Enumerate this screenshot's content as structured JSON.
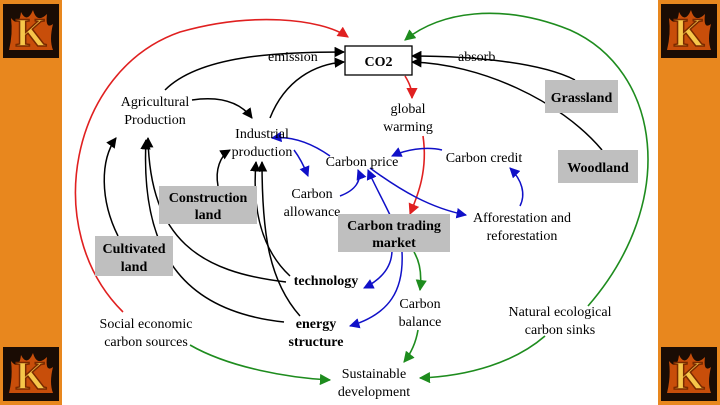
{
  "logo_letter": "K",
  "colors": {
    "frame": "#E8871E",
    "box_fill": "#BFBFBF",
    "black_link": "#000000",
    "red_link": "#E02020",
    "green_link": "#1E8C1E",
    "blue_link": "#1010C8"
  },
  "nodes": {
    "co2": "CO2",
    "emission": "emission",
    "absorb": "absorb",
    "agri": [
      "Agricultural",
      "Production"
    ],
    "global_warming": [
      "global",
      "warming"
    ],
    "grassland": "Grassland",
    "industrial": [
      "Industrial",
      "production"
    ],
    "carbon_price": "Carbon price",
    "carbon_credit": "Carbon credit",
    "woodland": "Woodland",
    "construction": [
      "Construction",
      "land"
    ],
    "carbon_allowance": [
      "Carbon",
      "allowance"
    ],
    "afforestation": [
      "Afforestation and",
      "reforestation"
    ],
    "trading_market": [
      "Carbon trading",
      "market"
    ],
    "cultivated": [
      "Cultivated",
      "land"
    ],
    "technology": "technology",
    "carbon_balance": [
      "Carbon",
      "balance"
    ],
    "natural_sinks": [
      "Natural ecological",
      "carbon sinks"
    ],
    "social_sources": [
      "Social economic",
      "carbon sources"
    ],
    "energy_structure": [
      "energy",
      "structure"
    ],
    "sustainable": [
      "Sustainable",
      "development"
    ]
  }
}
